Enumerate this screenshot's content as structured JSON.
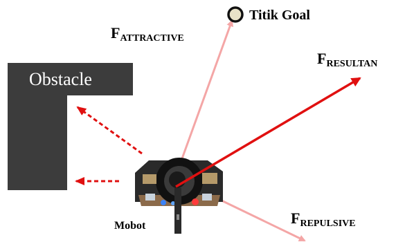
{
  "goal": {
    "label": "Titik Goal"
  },
  "obstacle": {
    "label": "Obstacle"
  },
  "robot": {
    "label": "Mobot"
  },
  "forces": {
    "attractive": {
      "main": "F",
      "sub": "ATTRACTIVE"
    },
    "resultant": {
      "main": "F",
      "sub": "RESULTAN"
    },
    "repulsive": {
      "main": "F",
      "sub": "REPULSIVE"
    }
  },
  "colors": {
    "obstacle_fill": "#3c3c3c",
    "obstacle_text": "#ffffff",
    "attractive_arrow": "#f4a6a6",
    "repulsive_arrow": "#f4a6a6",
    "resultant_arrow": "#e01010",
    "obstacle_repulsion_arrows": "#e01010",
    "goal_fill": "#e8e2c8",
    "goal_stroke": "#111111"
  }
}
